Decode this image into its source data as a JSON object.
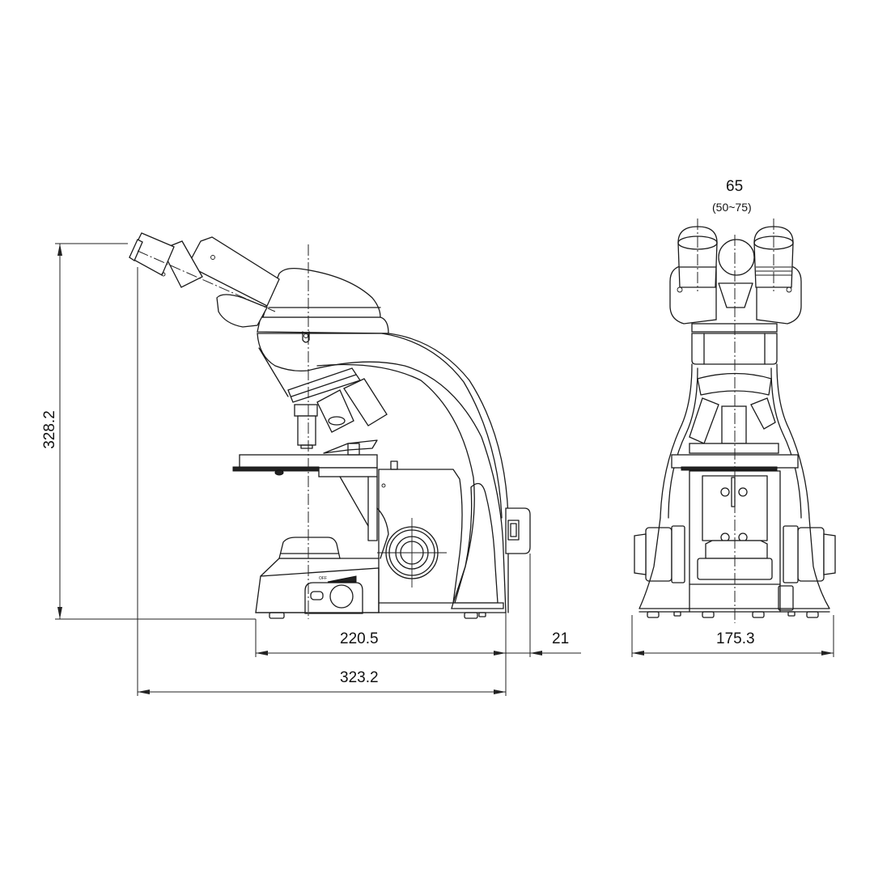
{
  "drawing": {
    "title": "Microscope dimensional drawing",
    "views": [
      "side-view",
      "front-view"
    ],
    "units": "mm"
  },
  "dimensions": {
    "total_height": "328.2",
    "base_depth": "220.5",
    "rear_protrusion": "21",
    "overall_depth": "323.2",
    "base_width": "175.3",
    "interpupillary_nominal": "65",
    "interpupillary_range": "(50~75)"
  },
  "side_view": {
    "switch_label": "OFF"
  }
}
